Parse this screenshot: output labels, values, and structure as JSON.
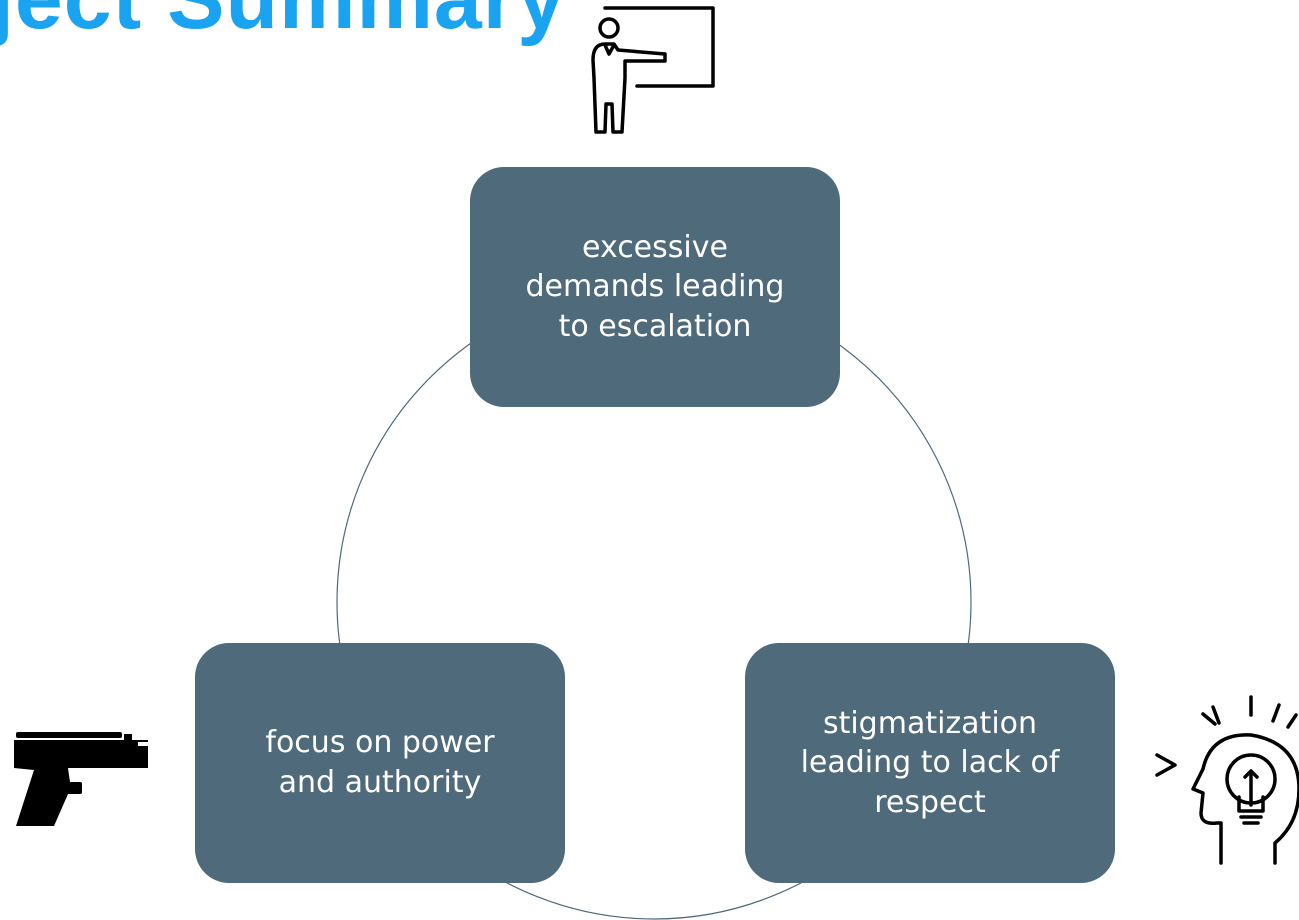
{
  "slide": {
    "title": "ject Summary"
  },
  "cycle": {
    "nodes": [
      {
        "label": "excessive demands leading to escalation",
        "icon": "teacher-presentation-icon"
      },
      {
        "label": "stigmatization leading to lack of respect",
        "icon": "idea-head-lightbulb-icon"
      },
      {
        "label": "focus on power and authority",
        "icon": "handgun-icon"
      }
    ],
    "node_color": "#4f6a7a",
    "ring_color": "#4f6a7a"
  },
  "colors": {
    "title": "#1aa3f0",
    "node_text": "#ffffff",
    "icon": "#000000"
  }
}
